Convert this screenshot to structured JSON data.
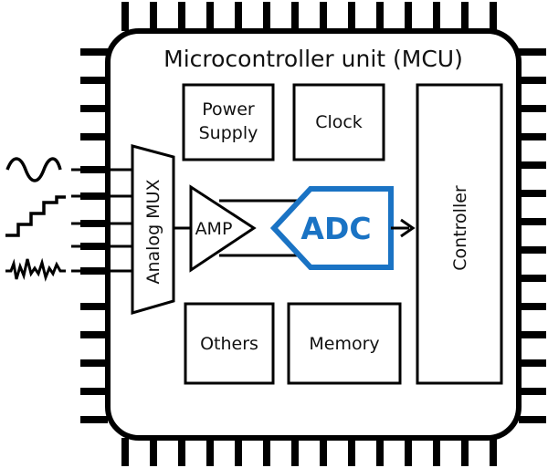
{
  "title": "Microcontroller unit (MCU)",
  "blocks": {
    "power_line1": "Power",
    "power_line2": "Supply",
    "clock": "Clock",
    "controller": "Controller",
    "others": "Others",
    "memory": "Memory",
    "mux": "Analog MUX",
    "amp": "AMP",
    "adc": "ADC"
  },
  "colors": {
    "adc_accent": "#1a73c4",
    "ink": "#111111"
  },
  "signals": [
    "sine-wave-icon",
    "staircase-wave-icon",
    "noisy-wave-icon"
  ]
}
